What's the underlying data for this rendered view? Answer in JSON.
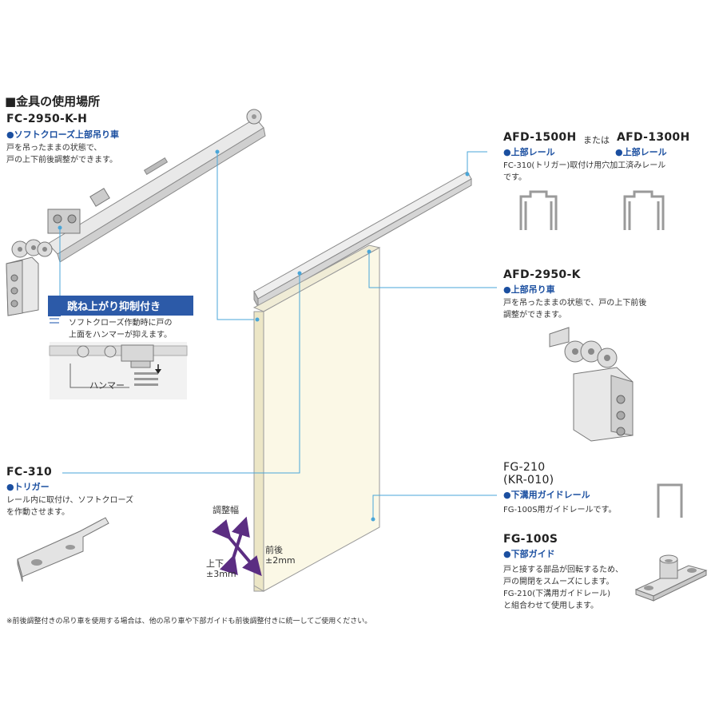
{
  "section_title": "■金具の使用場所",
  "parts": {
    "fc2950": {
      "code": "FC-2950-K-H",
      "subtitle": "●ソフトクローズ上部吊り車",
      "desc": [
        "戸を吊ったままの状態で、",
        "戸の上下前後調整ができます。"
      ]
    },
    "badge": {
      "label": "跳ね上がり抑制付き",
      "desc": [
        "ソフトクローズ作動時に戸の",
        "上面をハンマーが抑えます。"
      ],
      "hammer_label": "ハンマー"
    },
    "afd1500": {
      "code": "AFD-1500H",
      "or": "または",
      "code2": "AFD-1300H",
      "subtitle": "●上部レール",
      "subtitle2": "●上部レール",
      "desc": [
        "FC-310(トリガー)取付け用穴加工済みレール",
        "です。"
      ]
    },
    "afd2950": {
      "code": "AFD-2950-K",
      "subtitle": "●上部吊り車",
      "desc": [
        "戸を吊ったままの状態で、戸の上下前後",
        "調整ができます。"
      ]
    },
    "fc310": {
      "code": "FC-310",
      "subtitle": "●トリガー",
      "desc": [
        "レール内に取付け、ソフトクローズ",
        "を作動させます。"
      ]
    },
    "fg210": {
      "code": "FG-210",
      "code_alt": "(KR-010)",
      "subtitle": "●下溝用ガイドレール",
      "desc": [
        "FG-100S用ガイドレールです。"
      ]
    },
    "fg100s": {
      "code": "FG-100S",
      "subtitle": "●下部ガイド",
      "desc": [
        "戸と接する部品が回転するため、",
        "戸の開閉をスムーズにします。",
        "FG-210(下溝用ガイドレール)",
        "と組合わせて使用します。"
      ]
    }
  },
  "adjust": {
    "width_label": "調整幅",
    "updown_label": "上下",
    "updown_value": "±3mm",
    "frontback_label": "前後",
    "frontback_value": "±2mm"
  },
  "footnote": "※前後調整付きの吊り車を使用する場合は、他の吊り車や下部ガイドも前後調整付きに統一してご使用ください。",
  "colors": {
    "accent_blue": "#1b4fa0",
    "badge_blue": "#2c5aa8",
    "door_fill": "#fbf8e6",
    "leader_blue": "#4aa6d8",
    "arrow_purple": "#5b2d82"
  }
}
